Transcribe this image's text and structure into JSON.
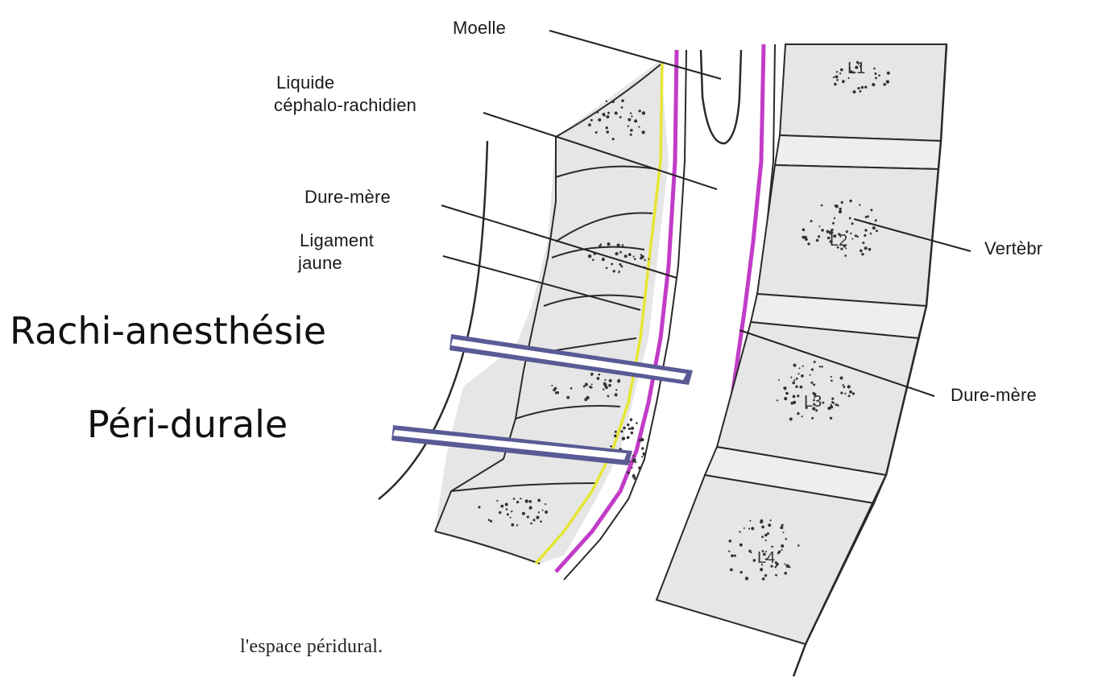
{
  "labels": {
    "moelle": "Moelle",
    "lcr_line1": "Liquide",
    "lcr_line2": "céphalo-rachidien",
    "dure_mere_left": "Dure-mère",
    "ligament_line1": "Ligament",
    "ligament_line2": "jaune",
    "vertebre": "Vertèbr",
    "dure_mere_right": "Dure-mère",
    "rachi": "Rachi-anesthésie",
    "peri": "Péri-durale",
    "caption": "l'espace péridural."
  },
  "vertebrae": {
    "l1": "L1",
    "l2": "L2",
    "l3": "L3",
    "l4": "L4"
  },
  "colors": {
    "bone_fill": "#e6e6e6",
    "outline": "#2a2a2a",
    "ligament": "#e6e632",
    "dura": "#c23cc8",
    "needle": "#5a5a96",
    "dots": "#333333"
  }
}
